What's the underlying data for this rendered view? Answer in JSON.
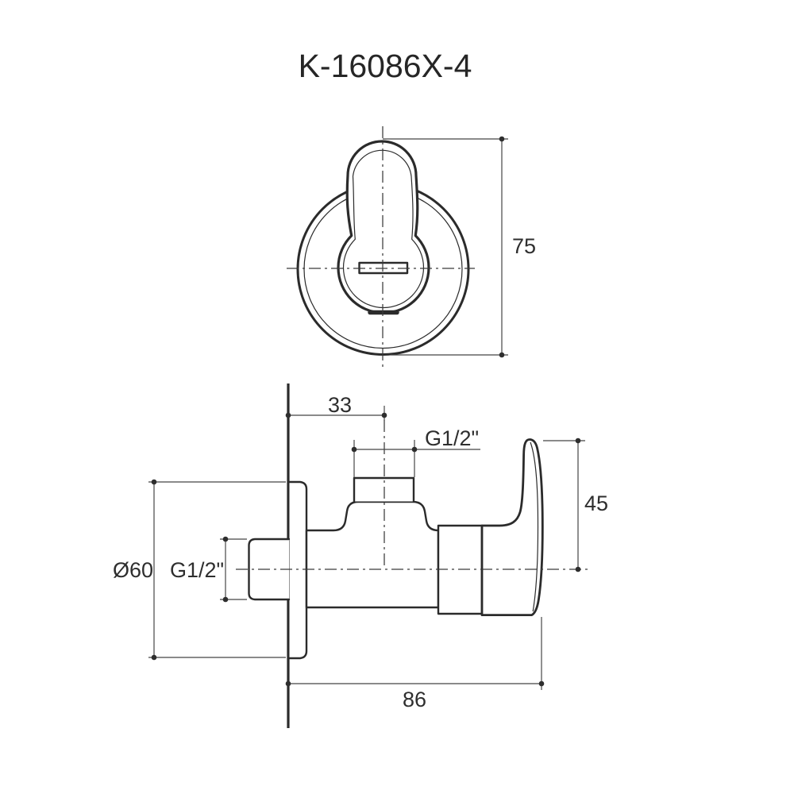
{
  "title": "K-16086X-4",
  "colors": {
    "background": "#ffffff",
    "object_line": "#2b2b2b",
    "dimension_line": "#454545",
    "text": "#2e2e2e"
  },
  "top_view": {
    "dims": {
      "overall_height": "75"
    }
  },
  "side_view": {
    "dims": {
      "wall_to_outlet_center": "33",
      "outlet_thread": "G1/2\"",
      "handle_above_center": "45",
      "escutcheon_diameter": "Ø60",
      "inlet_thread": "G1/2\"",
      "wall_to_handle_end": "86"
    }
  }
}
